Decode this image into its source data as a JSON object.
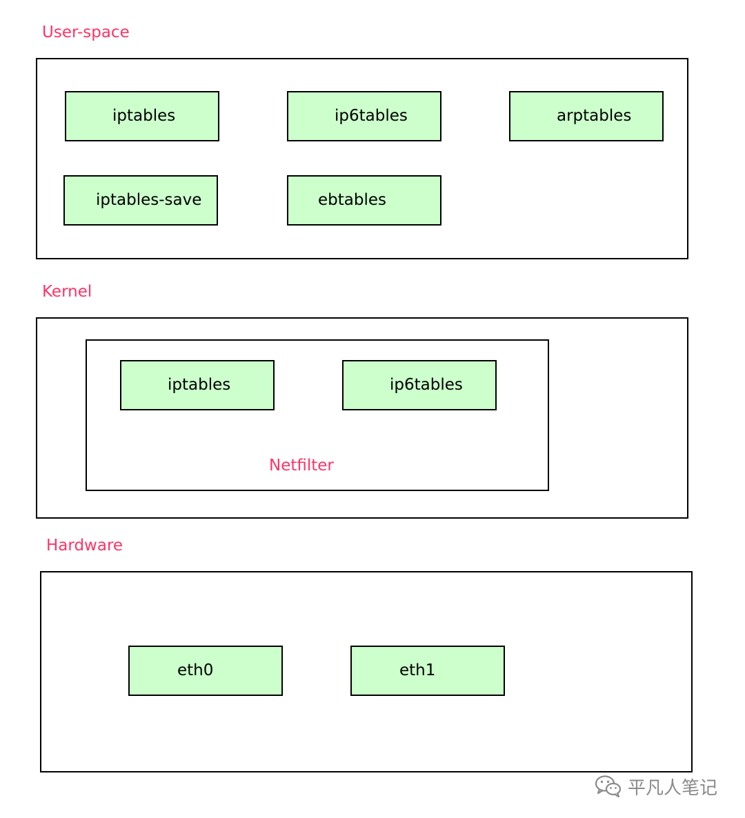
{
  "sections": {
    "userspace": {
      "label": "User-space",
      "nodes": [
        "iptables",
        "ip6tables",
        "arptables",
        "iptables-save",
        "ebtables"
      ]
    },
    "kernel": {
      "label": "Kernel",
      "netfilter_label": "Netfilter",
      "nodes": [
        "iptables",
        "ip6tables"
      ]
    },
    "hardware": {
      "label": "Hardware",
      "nodes": [
        "eth0",
        "eth1"
      ]
    }
  },
  "watermark": {
    "icon": "wechat-icon",
    "text": "平凡人笔记"
  },
  "colors": {
    "label": "#ff3366",
    "node_fill": "#ccffcc",
    "border": "#000000"
  }
}
